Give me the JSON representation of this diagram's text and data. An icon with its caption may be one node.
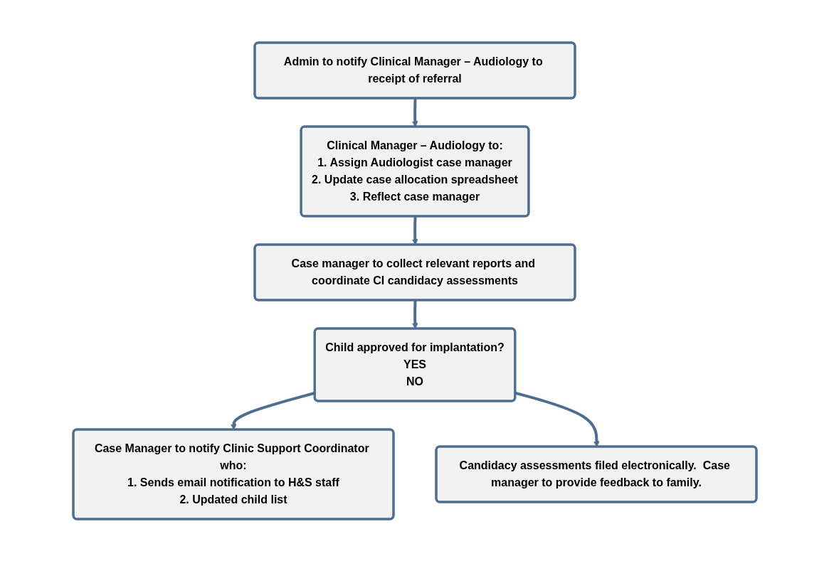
{
  "diagram": {
    "nodes": [
      {
        "text": [
          "Admin to notify Clinical Manager – Audiology to receipt of referral"
        ]
      },
      {
        "text": [
          "Clinical Manager – Audiology to:",
          "1. Assign Audiologist case manager",
          "2. Update case allocation spreadsheet",
          "3. Reflect case manager"
        ]
      },
      {
        "text": [
          "Case manager to collect relevant reports and coordinate CI candidacy assessments"
        ]
      },
      {
        "text": [
          "Child approved for implantation?",
          "YES",
          "NO"
        ]
      },
      {
        "text": [
          "Case Manager to notify Clinic Support Coordinator who:",
          "1. Sends email notification to H&S staff",
          "2. Updated child list"
        ]
      },
      {
        "text": [
          "Candidacy assessments filed electronically.  Case manager to provide feedback to family."
        ]
      }
    ],
    "edges": [
      {
        "from": 0,
        "to": 1,
        "arrow": "to"
      },
      {
        "from": 1,
        "to": 2,
        "arrow": "to"
      },
      {
        "from": 2,
        "to": 3,
        "arrow": "to"
      },
      {
        "from": 3,
        "to": 4,
        "arrow": "to"
      },
      {
        "from": 3,
        "to": 5,
        "arrow": "to"
      }
    ]
  }
}
